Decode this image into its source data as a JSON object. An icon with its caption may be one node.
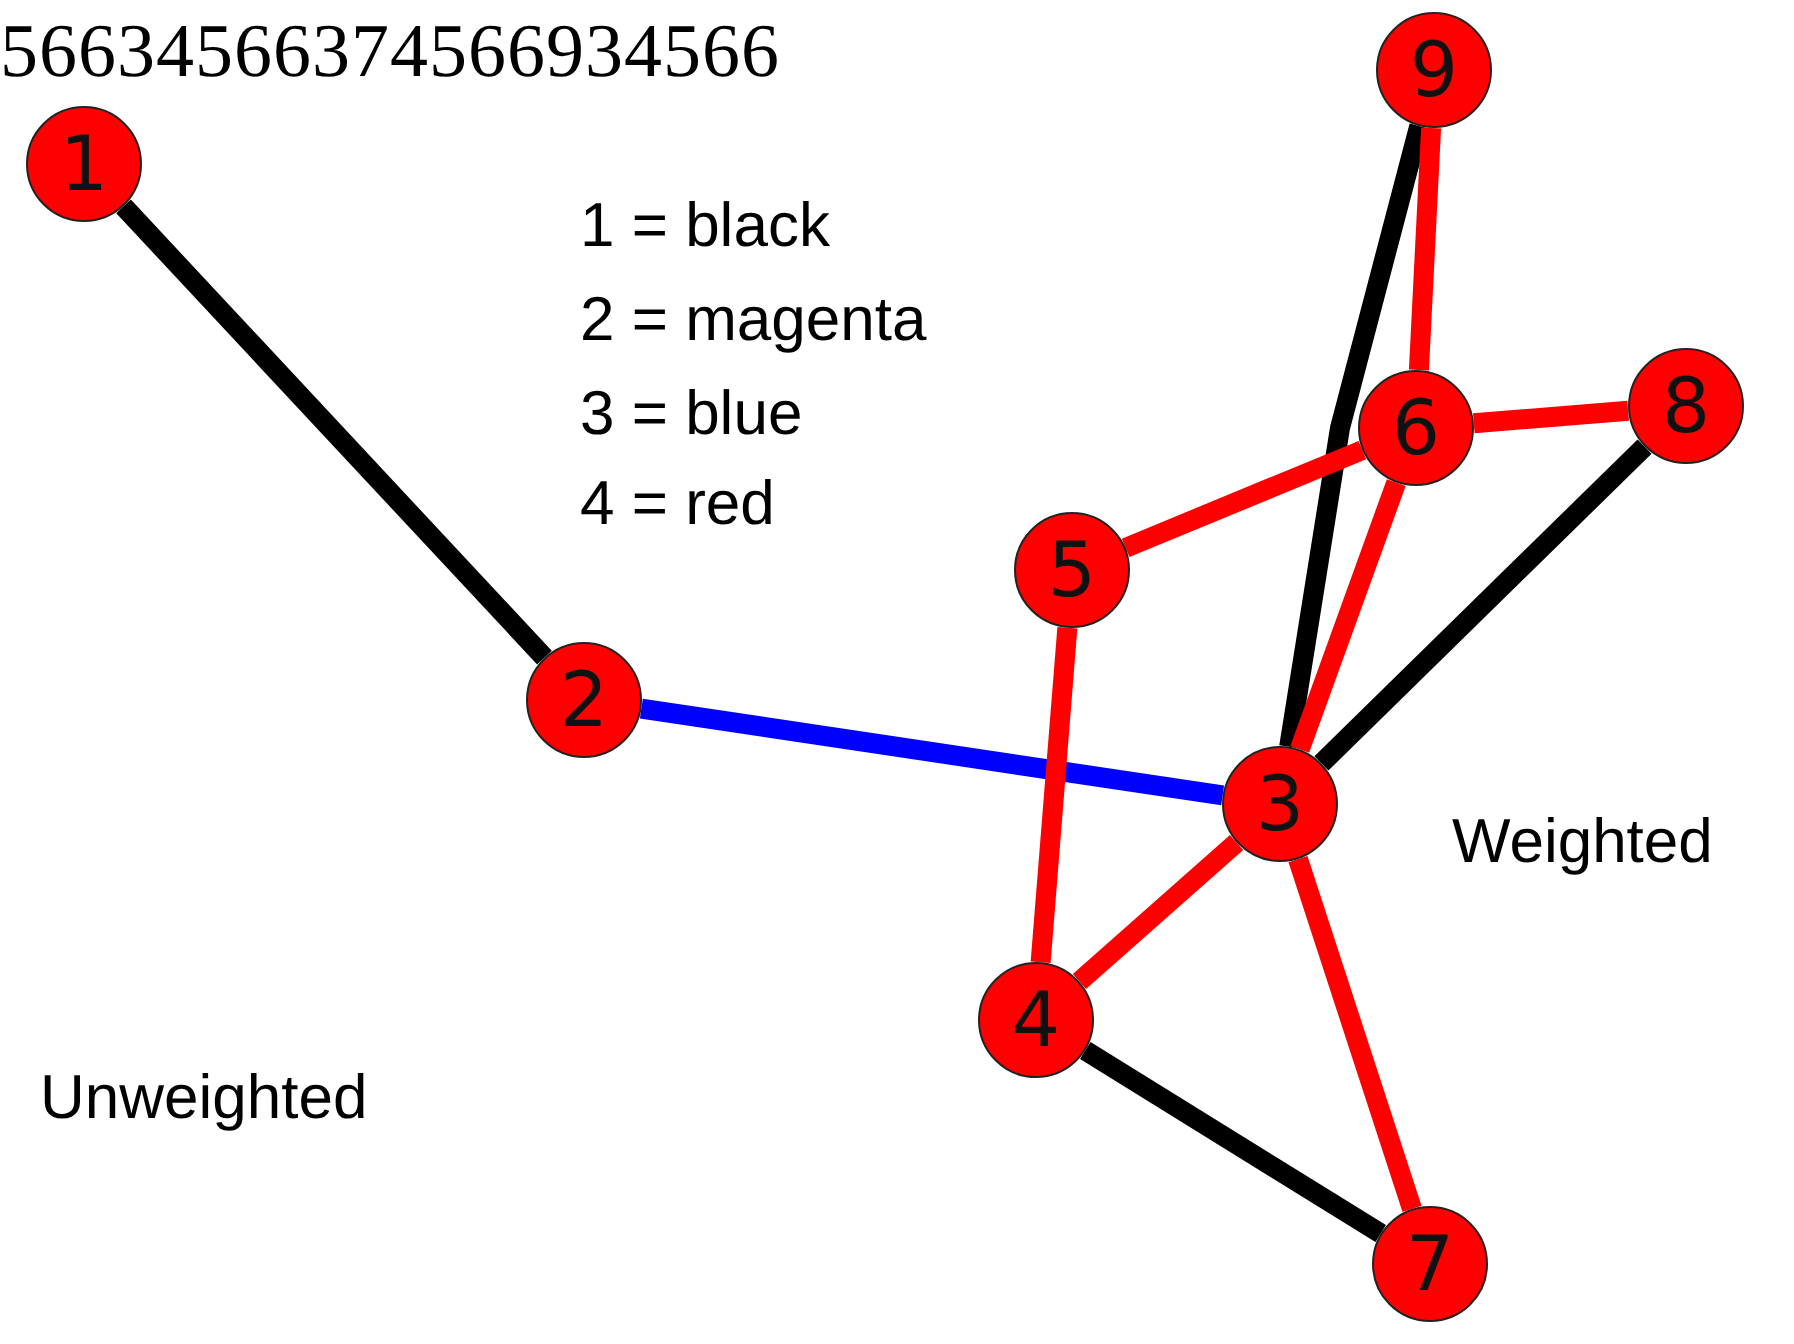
{
  "diagram": {
    "nodes": [
      {
        "text": [
          "1"
        ]
      },
      {
        "text": [
          "2"
        ]
      },
      {
        "text": [
          "3"
        ]
      },
      {
        "text": [
          "4"
        ]
      },
      {
        "text": [
          "5"
        ]
      },
      {
        "text": [
          "6"
        ]
      },
      {
        "text": [
          "7"
        ]
      },
      {
        "text": [
          "8"
        ]
      },
      {
        "text": [
          "9"
        ]
      }
    ],
    "edges": [
      {
        "from": 0,
        "to": 1,
        "arrow": "none",
        "color": "#000000"
      },
      {
        "from": 1,
        "to": 2,
        "arrow": "none",
        "color": "#0000ff"
      },
      {
        "from": 2,
        "to": 8,
        "arrow": "none",
        "color": "#000000"
      },
      {
        "from": 5,
        "to": 8,
        "arrow": "none"
      },
      {
        "from": 2,
        "to": 5,
        "arrow": "none"
      },
      {
        "from": 4,
        "to": 5,
        "arrow": "none"
      },
      {
        "from": 5,
        "to": 7,
        "arrow": "none"
      },
      {
        "from": 2,
        "to": 7,
        "arrow": "none",
        "color": "#000000"
      },
      {
        "from": 4,
        "to": 3,
        "arrow": "none"
      },
      {
        "from": 3,
        "to": 2,
        "arrow": "none"
      },
      {
        "from": 3,
        "to": 6,
        "arrow": "none",
        "color": "#000000"
      },
      {
        "from": 2,
        "to": 6,
        "arrow": "none"
      }
    ],
    "labels": [
      "56634566374566934566",
      "1 = black",
      "2 = magenta",
      "3 = blue",
      "4 = red",
      "Weighted",
      "Unweighted"
    ]
  }
}
